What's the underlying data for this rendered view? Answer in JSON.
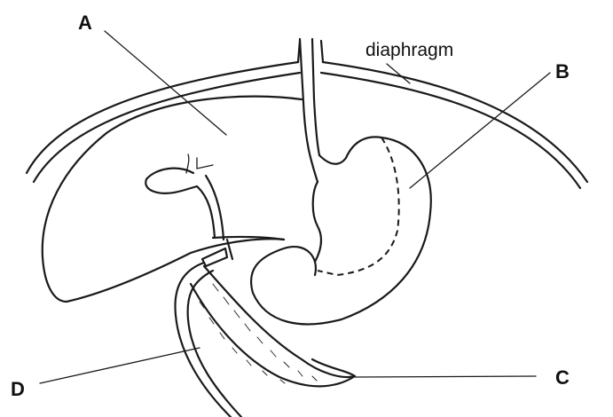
{
  "labels": {
    "a": "A",
    "b": "B",
    "c": "C",
    "d": "D",
    "diaphragm": "diaphragm"
  }
}
